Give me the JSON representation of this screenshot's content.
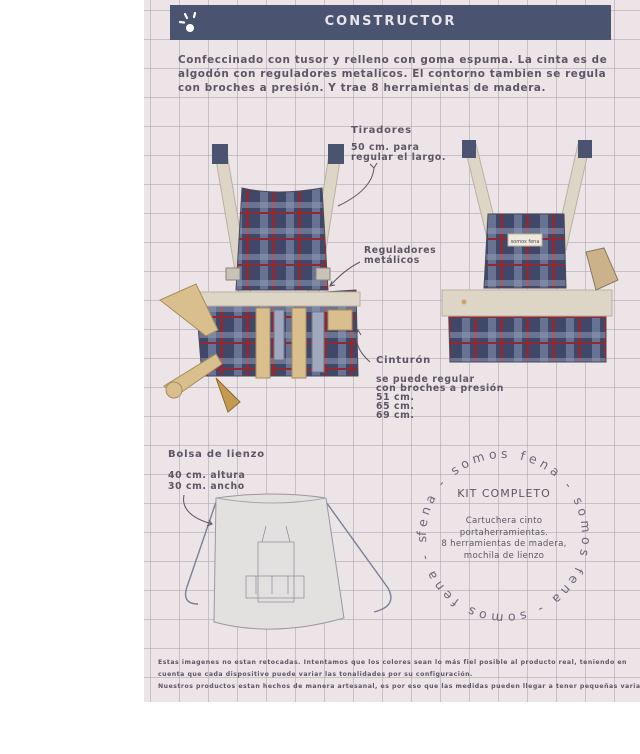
{
  "header": {
    "title": "CONSTRUCTOR"
  },
  "intro": "Confeccinado con tusor y relleno con goma espuma. La cinta es de algodón con reguladores metalicos. El contorno tambien se regula con broches a presión. Y trae 8 herramientas de madera.",
  "callouts": {
    "tiradores": {
      "title": "Tiradores",
      "line1": "50 cm. para",
      "line2": "regular el largo."
    },
    "reguladores": {
      "line1": "Reguladores",
      "line2": "metálicos"
    },
    "cinturon": {
      "title": "Cinturón",
      "line1": "se puede regular",
      "line2": "con broches a presión",
      "line3": "51 cm.",
      "line4": "65 cm.",
      "line5": "69 cm."
    },
    "bolsa": {
      "title": "Bolsa de lienzo",
      "line1": "40 cm. altura",
      "line2": "30 cm. ancho"
    }
  },
  "kit": {
    "title": "KIT COMPLETO",
    "line1": "Cartuchera cinto",
    "line2": "portaherramientas.",
    "line3": "8 herramientas de madera,",
    "line4": "mochila de lienzo",
    "ring_text": "fena - somos fena - somos fena - somos fena - somos "
  },
  "product_tag": "somos fena",
  "footer": {
    "line1": "Estas imagenes no estan retocadas. Intentamos que los colores sean lo más fiel posible al producto real, teniendo en",
    "line2": "cuenta que cada dispositivo puede variar las tonalidades por su configuración.",
    "line3": "Nuestros productos estan hechos de manera artesanal, es por eso que las medidas pueden llegar a tener pequeñas variaciones."
  },
  "colors": {
    "header_bg": "#4a5370",
    "sheet_bg": "#ece4e7",
    "plaid_red": "#8e2a33",
    "plaid_navy": "#3d4566",
    "strap": "#ddd6c6",
    "wood": "#d9bf8e"
  }
}
